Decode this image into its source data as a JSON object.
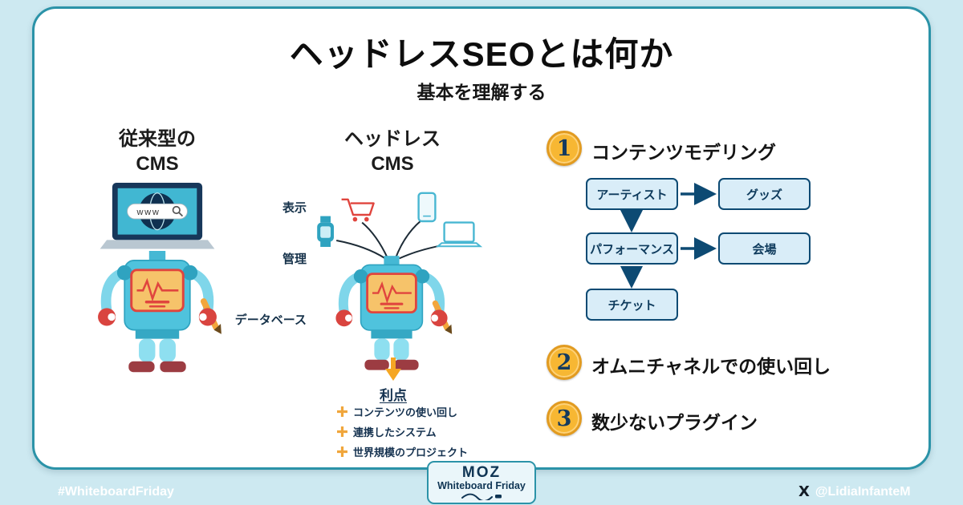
{
  "title": "ヘッドレスSEOとは何か",
  "subtitle": "基本を理解する",
  "traditional_cms": {
    "label_line1": "従来型の",
    "label_line2": "CMS",
    "search_text": "www"
  },
  "headless_cms": {
    "label_line1": "ヘッドレス",
    "label_line2": "CMS"
  },
  "stack_labels": [
    "表示",
    "管理",
    "データベース"
  ],
  "benefits": {
    "heading": "利点",
    "items": [
      "コンテンツの使い回し",
      "連携したシステム",
      "世界規模のプロジェクト"
    ]
  },
  "points": [
    {
      "number": "1",
      "label": "コンテンツモデリング"
    },
    {
      "number": "2",
      "label": "オムニチャネルでの使い回し"
    },
    {
      "number": "3",
      "label": "数少ないプラグイン"
    }
  ],
  "flow": {
    "nodes": {
      "artist": "アーティスト",
      "goods": "グッズ",
      "performance": "パフォーマンス",
      "venue": "会場",
      "ticket": "チケット"
    }
  },
  "logo": {
    "brand": "MOZ",
    "series": "Whiteboard Friday"
  },
  "footer": {
    "hashtag": "#WhiteboardFriday",
    "x_logo": "X",
    "x_handle": "@LidiaInfanteM"
  },
  "colors": {
    "background": "#cde9f1",
    "card_border": "#2b93a8",
    "navy": "#0d3a5c",
    "badge_gold": "#f7b733",
    "accent_orange": "#f5a623",
    "accent_red": "#e0453e",
    "robot_teal": "#4fc3dd",
    "flow_box_fill": "#d9edf8"
  }
}
